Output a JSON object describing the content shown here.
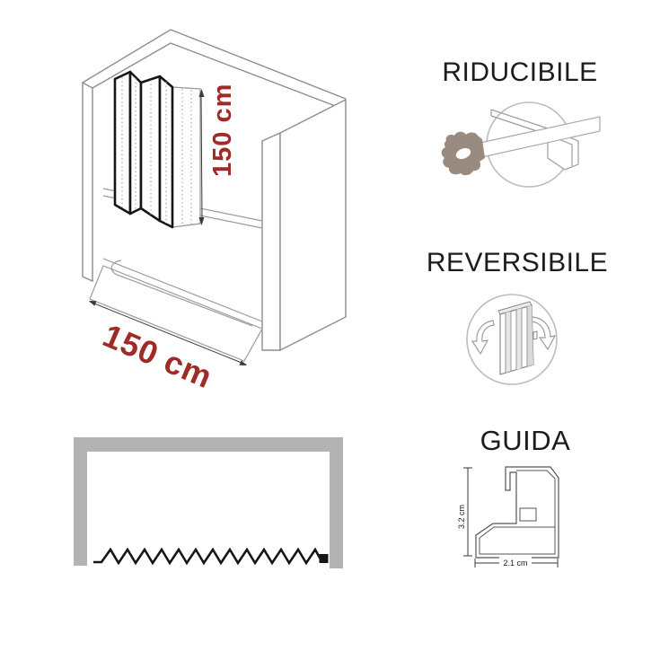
{
  "main_diagram": {
    "height_label": "150 cm",
    "width_label": "150 cm"
  },
  "features": [
    {
      "title": "RIDUCIBILE",
      "icon": "saw-cutting-profile-icon"
    },
    {
      "title": "REVERSIBILE",
      "icon": "reversible-folding-screen-icon"
    }
  ],
  "guide": {
    "title": "GUIDA",
    "height_label": "3.2 cm",
    "width_label": "2.1 cm"
  },
  "colors": {
    "dimension_red": "#9e2b25",
    "heading": "#1c1c1c",
    "line_gray": "#8d8d8d",
    "tub_gray": "#9b9b9b",
    "frame_gray": "#b3b3b3",
    "screen_black": "#161616",
    "saw_handle": "#9a8b80",
    "icon_gray": "#9d9d9d",
    "circle_gray": "#bdbdbd"
  }
}
